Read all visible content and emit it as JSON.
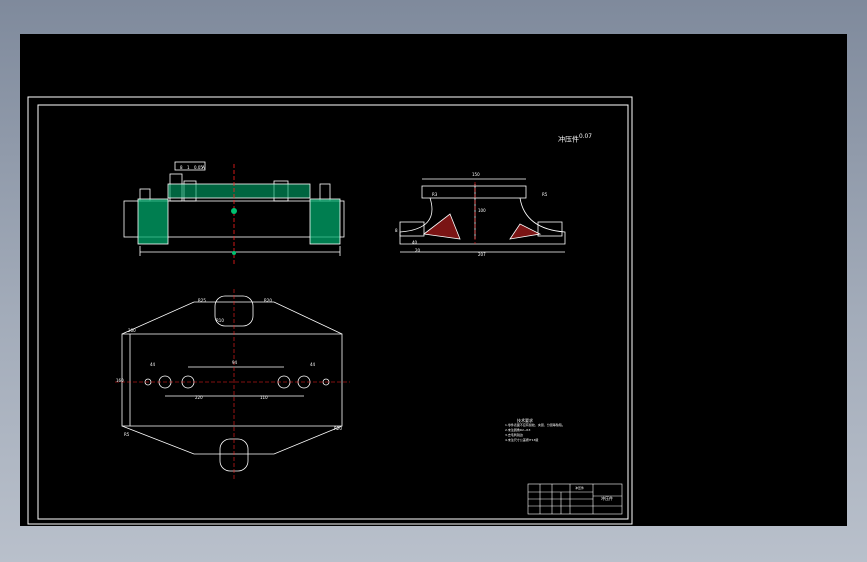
{
  "window": {
    "background": "#8c96a6"
  },
  "drawing": {
    "sheet_title": "冲压件",
    "sheet_title_sup": "0.07",
    "accent_colors": {
      "section_hatch": "#00a86b",
      "centerline": "#ff2020",
      "lines": "#ffffff",
      "dims": "#ffffff"
    },
    "front_view_labels": [
      "8",
      "1",
      "0.05",
      "A"
    ],
    "side_view_labels": [
      "150",
      "100",
      "207",
      "R5",
      "R3",
      "40",
      "8",
      "20"
    ],
    "plan_view_labels": [
      "R25",
      "R20",
      "R10",
      "260",
      "160",
      "44",
      "94",
      "44",
      "220",
      "110",
      "R5",
      "R20"
    ],
    "technical_notes": {
      "title": "技术要求",
      "lines": [
        "1.零件表面不应有裂纹、夹层、分层等缺陷。",
        "2.未注圆角R2~R3",
        "3.去毛刺锐边",
        "4.未注尺寸公差按IT13级"
      ]
    },
    "title_block": {
      "part_no": "冲压件",
      "part_name": "冲压件"
    }
  }
}
